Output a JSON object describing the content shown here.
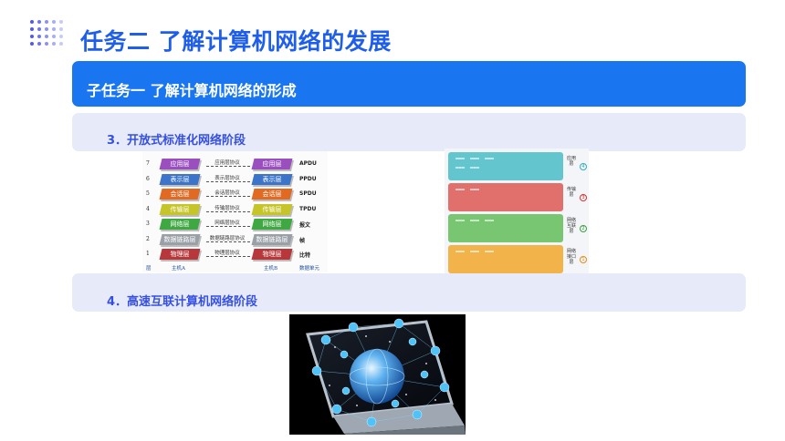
{
  "slide": {
    "title": "任务二  了解计算机网络的发展",
    "subtask": "子任务一  了解计算机网络的形成",
    "section3": "3．开放式标准化网络阶段",
    "section4": "4．高速互联计算机网络阶段"
  },
  "osi": {
    "layers": [
      {
        "num": "7",
        "name": "应用层",
        "protocol": "应用层协议",
        "unit": "APDU",
        "color": "#9b4fbf"
      },
      {
        "num": "6",
        "name": "表示层",
        "protocol": "表示层协议",
        "unit": "PPDU",
        "color": "#3b74c8"
      },
      {
        "num": "5",
        "name": "会话层",
        "protocol": "会话层协议",
        "unit": "SPDU",
        "color": "#e06a22"
      },
      {
        "num": "4",
        "name": "传输层",
        "protocol": "传输层协议",
        "unit": "TPDU",
        "color": "#c5c428"
      },
      {
        "num": "3",
        "name": "网络层",
        "protocol": "网络层协议",
        "unit": "报文",
        "color": "#3fa842"
      },
      {
        "num": "2",
        "name": "数据链路层",
        "protocol": "数据链路层协议",
        "unit": "帧",
        "color": "#9aa0a8"
      },
      {
        "num": "1",
        "name": "物理层",
        "protocol": "物理层协议",
        "unit": "比特",
        "color": "#b8373a"
      }
    ],
    "footer": {
      "layer": "层",
      "hostA": "主机A",
      "hostB": "主机B",
      "unit": "数据单元"
    }
  },
  "tcpip": {
    "layers": [
      {
        "name": "应用层",
        "num": "4",
        "color": "#63c6cf",
        "ring": "#2ab0be"
      },
      {
        "name": "传输层",
        "num": "3",
        "color": "#e16f6c",
        "ring": "#d5302c"
      },
      {
        "name": "网络互联层",
        "num": "2",
        "color": "#78c572",
        "ring": "#39a13a"
      },
      {
        "name": "网络接口层",
        "num": "1",
        "color": "#f2b34a",
        "ring": "#e58e10"
      }
    ]
  }
}
